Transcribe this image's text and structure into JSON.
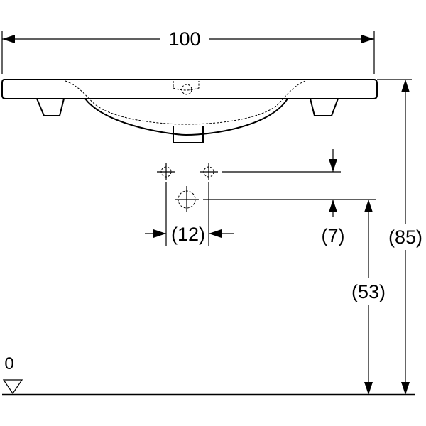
{
  "dimensions": {
    "overall_width": "100",
    "tap_hole_spacing": "(12)",
    "tap_hole_offset": "(7)",
    "waste_height": "(53)",
    "total_height": "(85)"
  },
  "floor": {
    "level_label": "0"
  }
}
